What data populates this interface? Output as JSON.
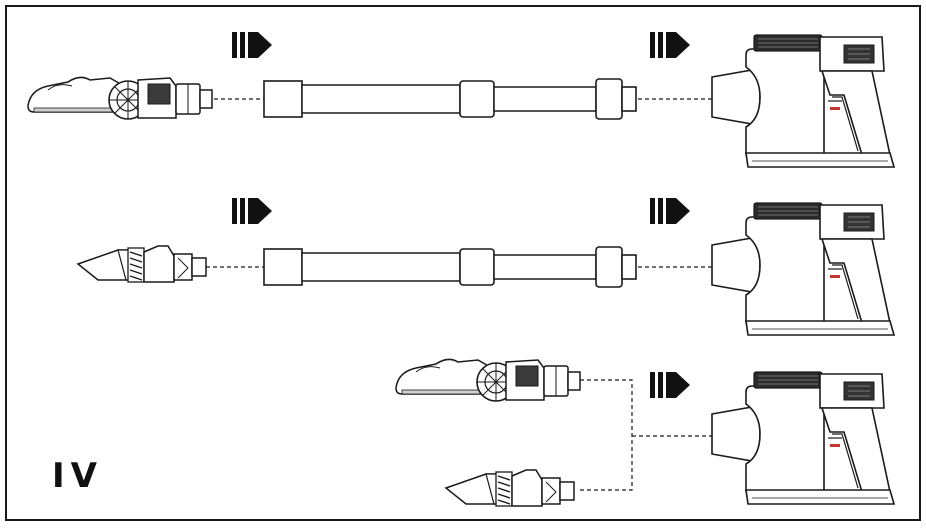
{
  "step_label": "IV",
  "colors": {
    "line": "#1a1a1a",
    "panel": "#f7f7f7",
    "body": "#ffffff",
    "accent_red": "#c0392b",
    "dark": "#222222"
  },
  "rows": [
    {
      "attachment": "motorized-floor-brush",
      "uses_extension_tube": true
    },
    {
      "attachment": "crevice-tool",
      "uses_extension_tube": true
    },
    {
      "attachment": "motorized-floor-brush-or-crevice-tool",
      "uses_extension_tube": false
    }
  ]
}
